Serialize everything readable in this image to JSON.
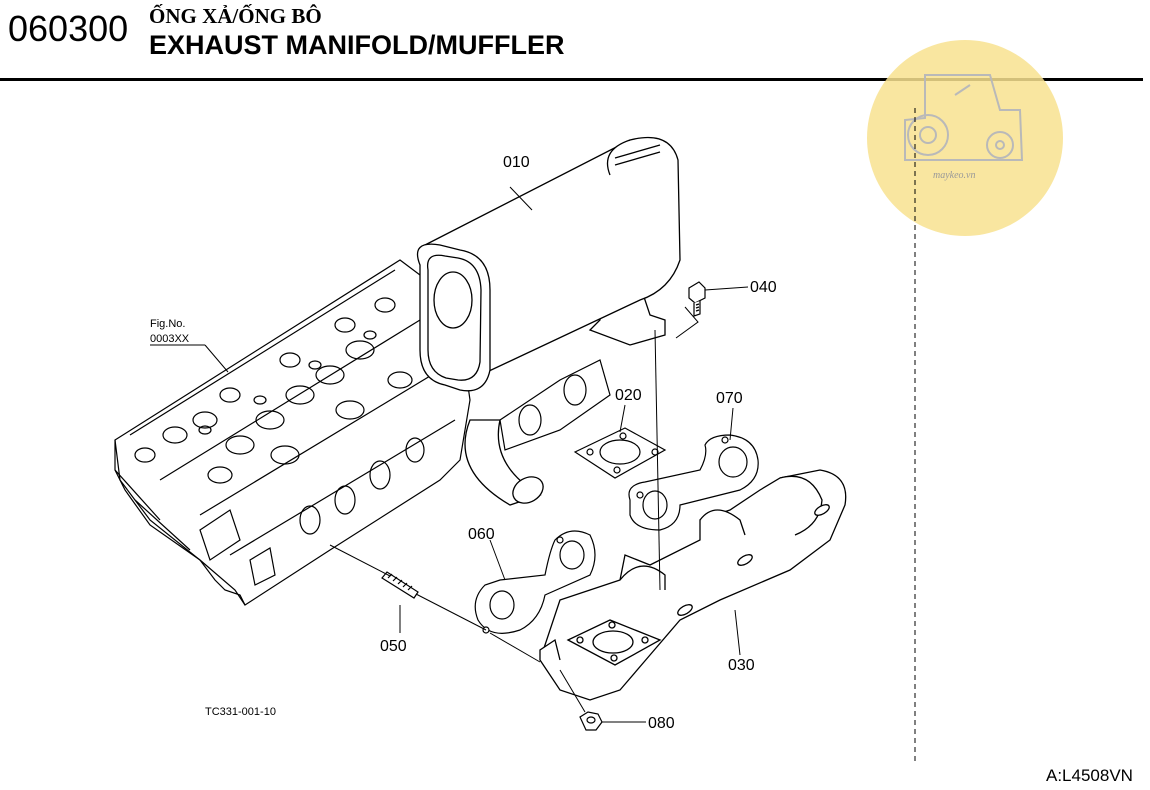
{
  "header": {
    "code": "060300",
    "title_vn": "ỐNG XẢ/ỐNG BÔ",
    "title_en": "EXHAUST MANIFOLD/MUFFLER"
  },
  "fig_ref": {
    "line1": "Fig.No.",
    "line2": "0003XX"
  },
  "drawing_code": "TC331-001-10",
  "ref_code": "A:L4508VN",
  "watermark": {
    "text": "maykeo.vn",
    "color": "#f7e08a"
  },
  "callouts": {
    "p010": "010",
    "p020": "020",
    "p030": "030",
    "p040": "040",
    "p050": "050",
    "p060": "060",
    "p070": "070",
    "p080": "080"
  }
}
